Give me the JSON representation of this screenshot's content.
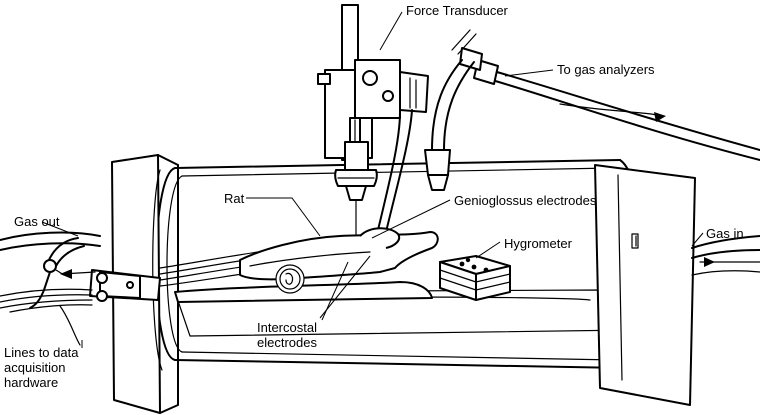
{
  "labels": {
    "force_transducer": "Force Transducer",
    "to_gas_analyzers": "To gas analyzers",
    "gas_out": "Gas out",
    "gas_in": "Gas in",
    "rat": "Rat",
    "genioglossus_electrodes": "Genioglossus electrodes",
    "hygrometer": "Hygrometer",
    "intercostal_electrodes": "Intercostal\nelectrodes",
    "lines_to_data": "Lines to data\nacquisition\nhardware"
  },
  "colors": {
    "ink": "#000000",
    "background": "#ffffff"
  }
}
